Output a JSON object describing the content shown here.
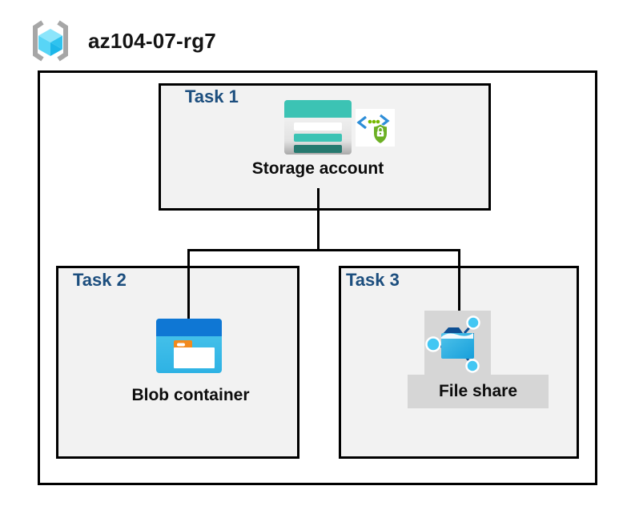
{
  "header": {
    "title": "az104-07-rg7",
    "icon": "resource-group-icon"
  },
  "diagram": {
    "tasks": [
      {
        "label": "Task 1",
        "item": "Storage account",
        "icons": [
          "storage-account-icon",
          "secured-api-icon"
        ]
      },
      {
        "label": "Task 2",
        "item": "Blob container",
        "icons": [
          "blob-container-icon"
        ]
      },
      {
        "label": "Task 3",
        "item": "File share",
        "icons": [
          "file-share-icon"
        ]
      }
    ],
    "connections": [
      {
        "from": "Storage account",
        "to": "Blob container"
      },
      {
        "from": "Storage account",
        "to": "File share"
      }
    ]
  },
  "colors": {
    "heading": "#1C4E7E",
    "box-fill": "#F2F2F2",
    "box-border": "#000000",
    "connector": "#000000",
    "backdrop": "#D6D6D6",
    "storage-teal": "#3CC3B4",
    "storage-teal-dark": "#26796F",
    "blob-header-blue": "#0F77D4",
    "blob-cyan": "#3BBCE8",
    "folder-orange": "#F28A1D",
    "fileshare-navy": "#0D4F93",
    "fileshare-cyan": "#43C7F3",
    "shield-green": "#6CB024",
    "chevron-blue": "#2E8ED8",
    "dot-green": "#76B900",
    "rg-cube-cyan": "#45CDF2",
    "rg-bracket-gray": "#A6A6A6"
  }
}
